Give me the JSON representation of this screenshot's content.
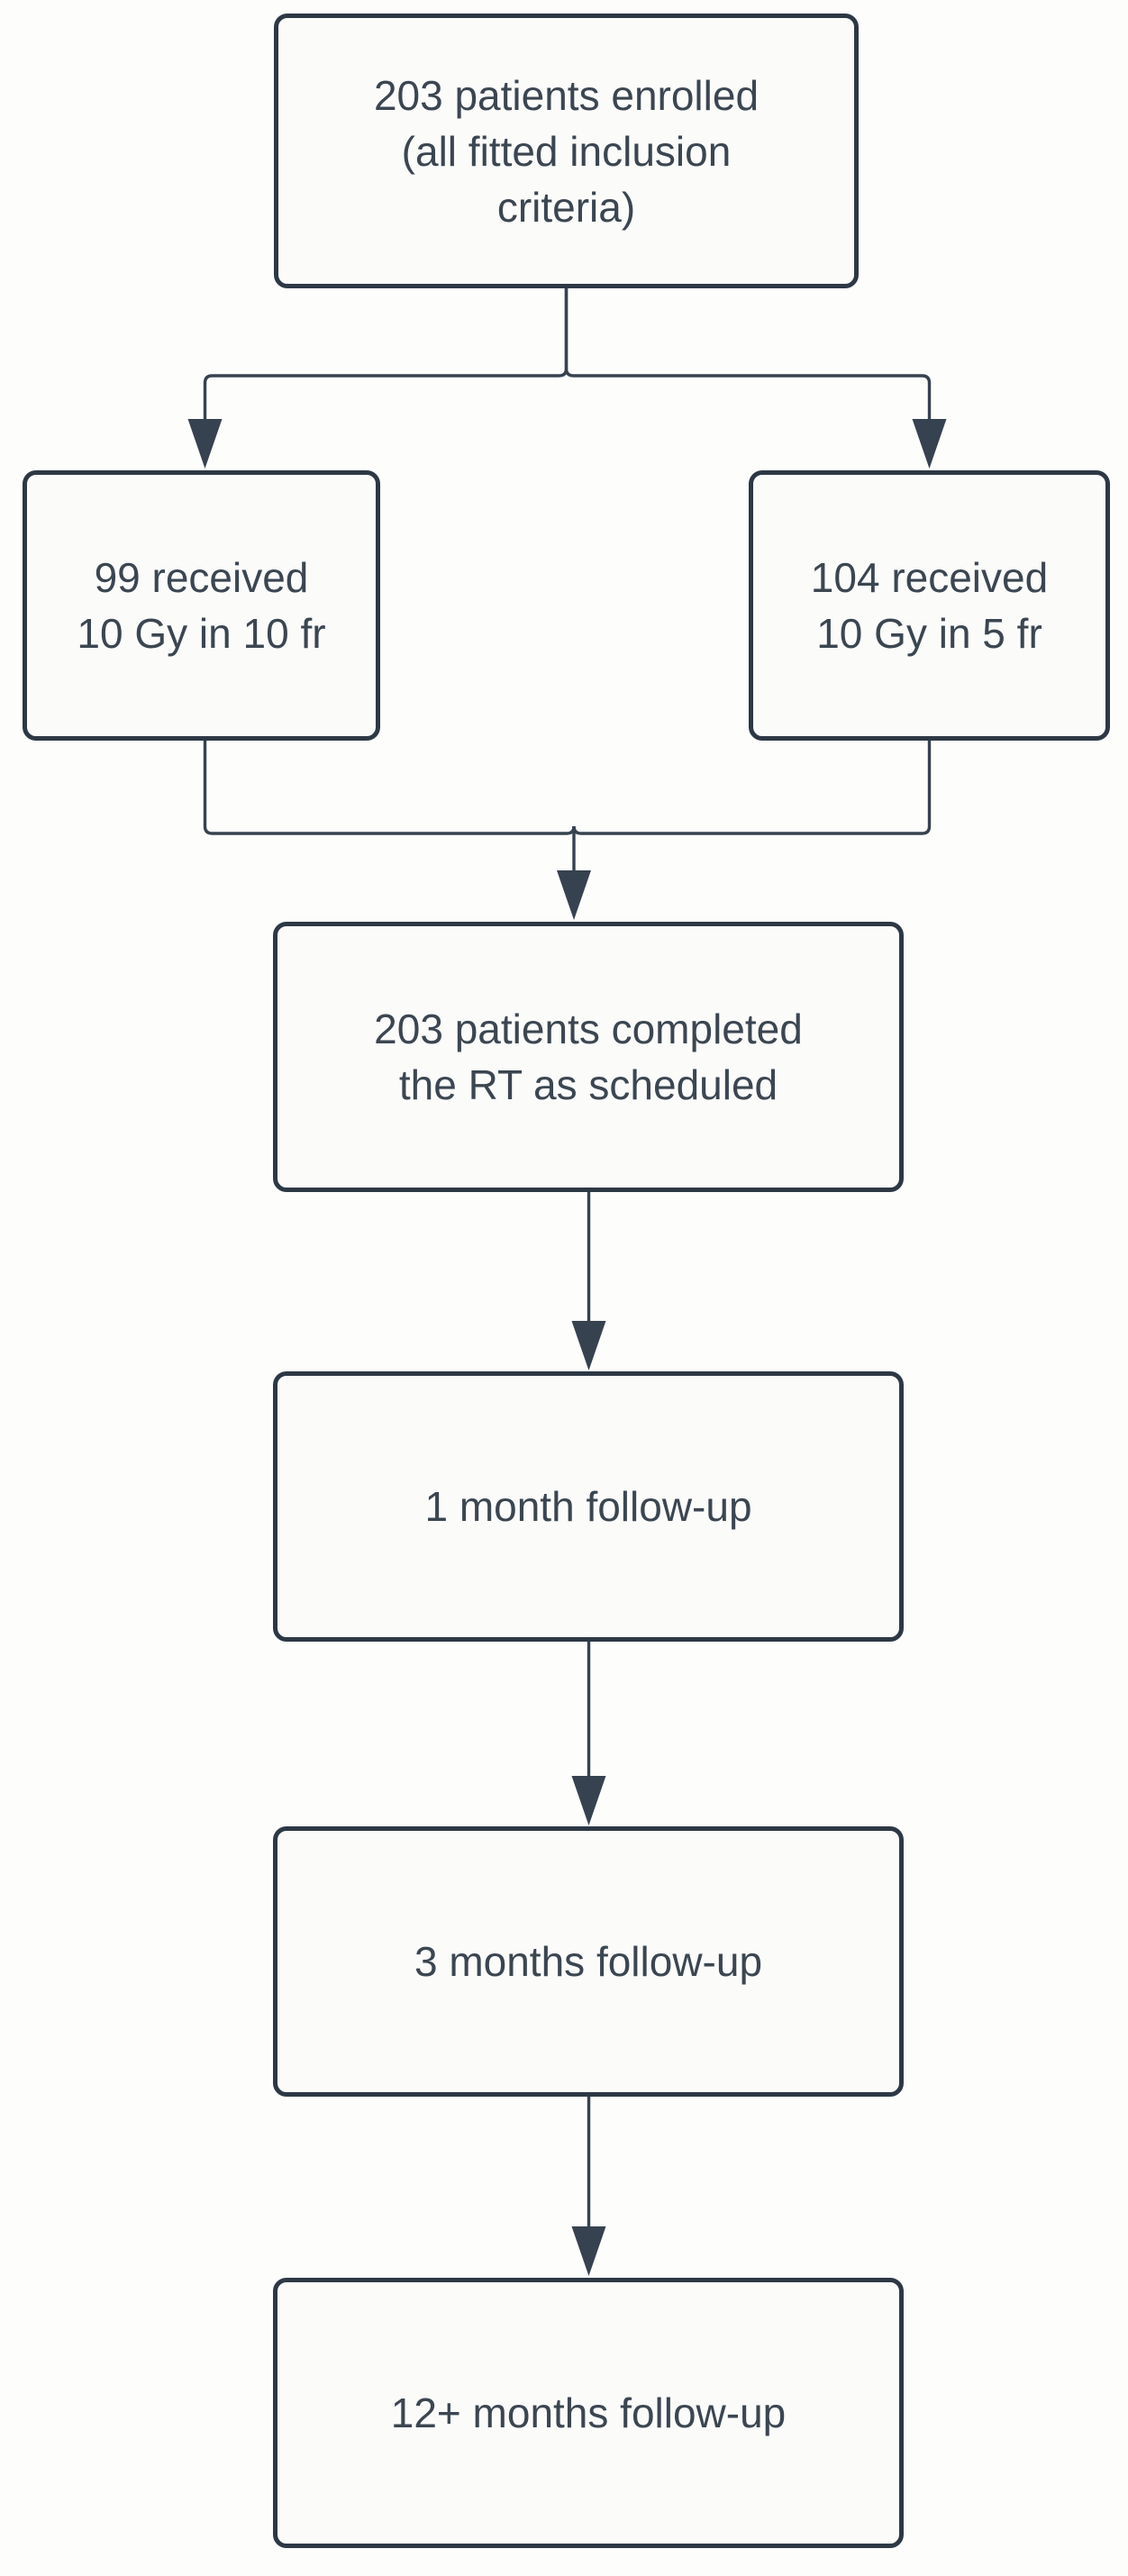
{
  "colors": {
    "canvas-bg": "#fdfdfc",
    "node-fill": "#fbfbfa",
    "node-border": "#2d3845",
    "connector": "#36424f",
    "text": "#3b4651"
  },
  "flowchart": {
    "type": "patient-flow-diagram",
    "nodes": [
      {
        "id": "enrolled",
        "label": "203 patients enrolled\n(all fitted inclusion\ncriteria)"
      },
      {
        "id": "arm-10fr",
        "label": "99 received\n10 Gy in 10 fr"
      },
      {
        "id": "arm-5fr",
        "label": "104 received\n10 Gy in 5 fr"
      },
      {
        "id": "completed-rt",
        "label": "203 patients completed\nthe RT as scheduled"
      },
      {
        "id": "followup-1m",
        "label": "1 month follow-up"
      },
      {
        "id": "followup-3m",
        "label": "3 months follow-up"
      },
      {
        "id": "followup-12m",
        "label": "12+ months follow-up"
      }
    ],
    "edges": [
      {
        "from": "enrolled",
        "to": "arm-10fr"
      },
      {
        "from": "enrolled",
        "to": "arm-5fr"
      },
      {
        "from": "arm-10fr",
        "to": "completed-rt"
      },
      {
        "from": "arm-5fr",
        "to": "completed-rt"
      },
      {
        "from": "completed-rt",
        "to": "followup-1m"
      },
      {
        "from": "followup-1m",
        "to": "followup-3m"
      },
      {
        "from": "followup-3m",
        "to": "followup-12m"
      }
    ]
  }
}
